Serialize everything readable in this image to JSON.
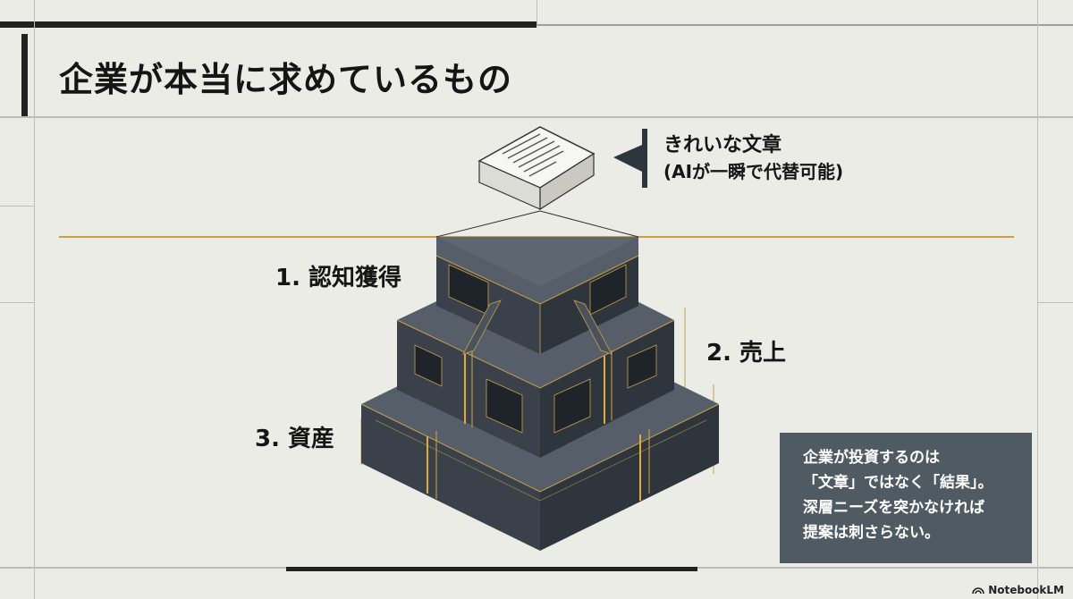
{
  "slide": {
    "title": "企業が本当に求めているもの"
  },
  "callout": {
    "title": "きれいな文章",
    "subtitle": "(AIが一瞬で代替可能)",
    "icon": "document-icon"
  },
  "levels": [
    {
      "label": "1. 認知獲得"
    },
    {
      "label": "2. 売上"
    },
    {
      "label": "3. 資産"
    }
  ],
  "note": {
    "lines": [
      "企業が投資するのは",
      "「文章」ではなく「結果」。",
      "深層ニーズを突かなければ",
      "提案は刺さらない。"
    ]
  },
  "brand": {
    "name": "NotebookLM",
    "icon": "notebooklm-logo-icon"
  },
  "colors": {
    "background": "#ecece7",
    "block_dark": "#3e4650",
    "block_top": "#565f69",
    "accent_gold": "#c7a04a",
    "note_box": "#4f5a63"
  }
}
